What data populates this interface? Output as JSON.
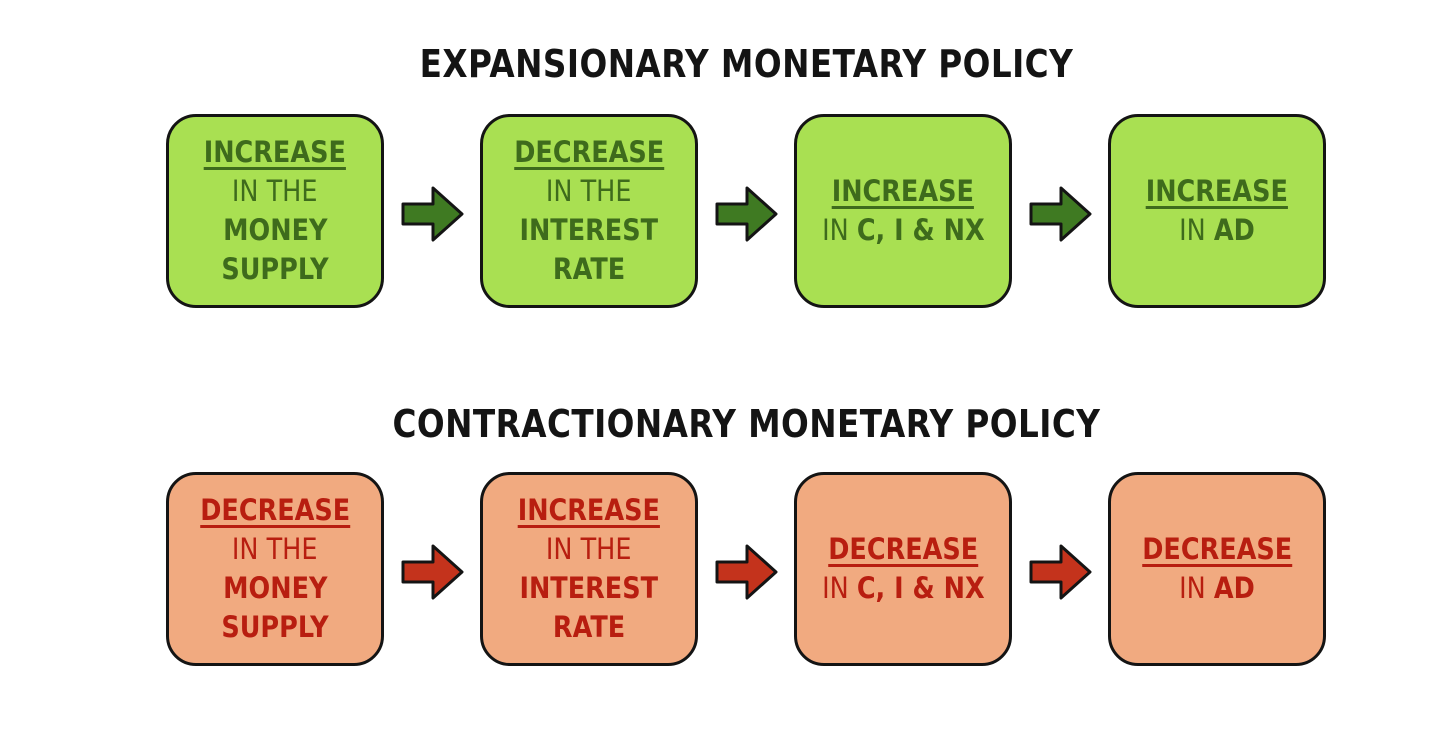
{
  "colors": {
    "green_fill": "#a9e052",
    "green_text": "#3e6b1c",
    "green_arrow": "#3f7a22",
    "red_fill": "#f1aa80",
    "red_text": "#b81e10",
    "red_arrow": "#c4331c",
    "outline": "#141414"
  },
  "expansionary": {
    "title": "EXPANSIONARY MONETARY POLICY",
    "steps": [
      {
        "key": "INCREASE",
        "line1": "IN THE",
        "line2": "MONEY",
        "line3": "SUPPLY"
      },
      {
        "key": "DECREASE",
        "line1": "IN THE",
        "line2": "INTEREST",
        "line3": "RATE"
      },
      {
        "key": "INCREASE",
        "prefix": "IN",
        "rest": "C, I & NX"
      },
      {
        "key": "INCREASE",
        "prefix": "IN",
        "rest": "AD"
      }
    ]
  },
  "contractionary": {
    "title": "CONTRACTIONARY MONETARY POLICY",
    "steps": [
      {
        "key": "DECREASE",
        "line1": "IN THE",
        "line2": "MONEY",
        "line3": "SUPPLY"
      },
      {
        "key": "INCREASE",
        "line1": "IN THE",
        "line2": "INTEREST",
        "line3": "RATE"
      },
      {
        "key": "DECREASE",
        "prefix": "IN",
        "rest": "C, I & NX"
      },
      {
        "key": "DECREASE",
        "prefix": "IN",
        "rest": "AD"
      }
    ]
  },
  "icons": {
    "arrow": "right-arrow-icon"
  }
}
